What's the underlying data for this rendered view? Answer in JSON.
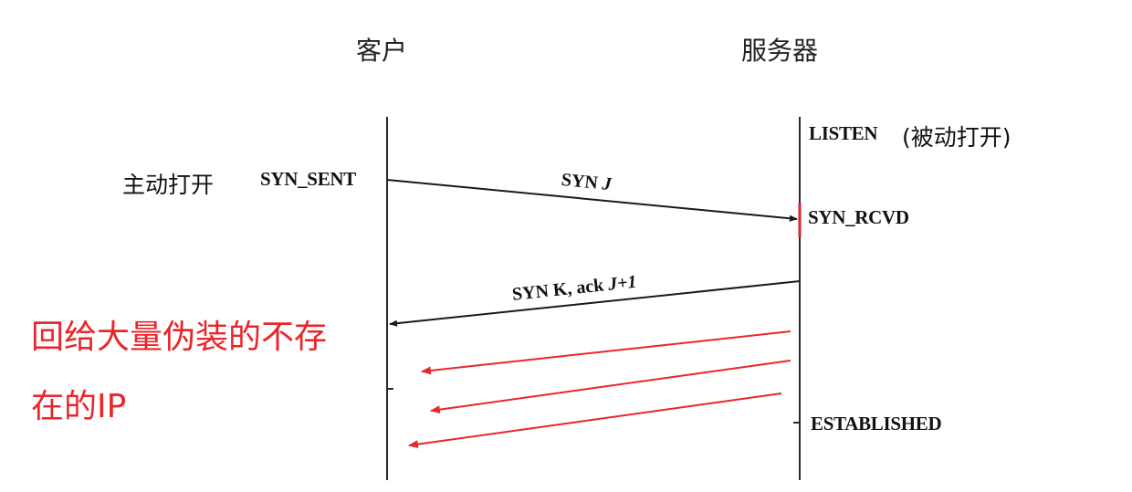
{
  "client": {
    "heading": "客户",
    "active_open_label": "主动打开",
    "state_syn_sent": "SYN_SENT"
  },
  "server": {
    "heading": "服务器",
    "state_listen": "LISTEN",
    "passive_open_label": "(被动打开)",
    "state_syn_rcvd": "SYN_RCVD",
    "state_established": "ESTABLISHED"
  },
  "segments": {
    "syn_prefix": "SYN ",
    "syn_seq": "J",
    "synack_prefix": "SYN K, ack ",
    "synack_ack": "J+1"
  },
  "annotation": {
    "line1": "回给大量伪装的不存",
    "line2": "在的IP"
  },
  "colors": {
    "line": "#2a2a2a",
    "annotation": "#e8262b"
  }
}
